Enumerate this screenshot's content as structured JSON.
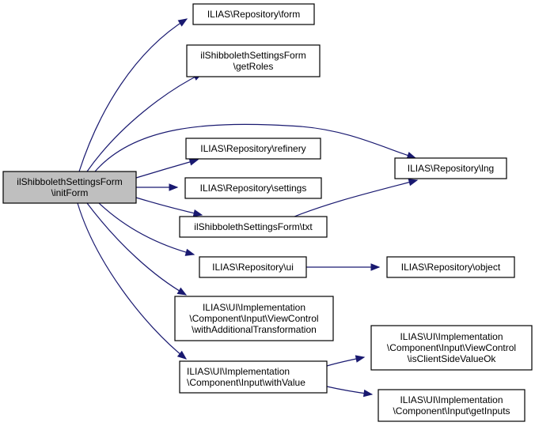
{
  "graph": {
    "type": "call-graph",
    "nodes": [
      {
        "id": "initForm",
        "lines": [
          "ilShibbolethSettingsForm",
          "\\initForm"
        ],
        "root": true
      },
      {
        "id": "form",
        "lines": [
          "ILIAS\\Repository\\form"
        ]
      },
      {
        "id": "getRoles",
        "lines": [
          "ilShibbolethSettingsForm",
          "\\getRoles"
        ]
      },
      {
        "id": "lng",
        "lines": [
          "ILIAS\\Repository\\lng"
        ]
      },
      {
        "id": "refinery",
        "lines": [
          "ILIAS\\Repository\\refinery"
        ]
      },
      {
        "id": "settings",
        "lines": [
          "ILIAS\\Repository\\settings"
        ]
      },
      {
        "id": "txt",
        "lines": [
          "ilShibbolethSettingsForm\\txt"
        ]
      },
      {
        "id": "ui",
        "lines": [
          "ILIAS\\Repository\\ui"
        ]
      },
      {
        "id": "object",
        "lines": [
          "ILIAS\\Repository\\object"
        ]
      },
      {
        "id": "withAdditionalTransformation",
        "lines": [
          "ILIAS\\UI\\Implementation",
          "\\Component\\Input\\ViewControl",
          "\\withAdditionalTransformation"
        ]
      },
      {
        "id": "withValue",
        "lines": [
          "ILIAS\\UI\\Implementation",
          "\\Component\\Input\\withValue"
        ],
        "align": "left"
      },
      {
        "id": "isClientSideValueOk",
        "lines": [
          "ILIAS\\UI\\Implementation",
          "\\Component\\Input\\ViewControl",
          "\\isClientSideValueOk"
        ]
      },
      {
        "id": "getInputs",
        "lines": [
          "ILIAS\\UI\\Implementation",
          "\\Component\\Input\\getInputs"
        ]
      }
    ],
    "edges": [
      {
        "from": "initForm",
        "to": "form"
      },
      {
        "from": "initForm",
        "to": "getRoles"
      },
      {
        "from": "initForm",
        "to": "lng"
      },
      {
        "from": "initForm",
        "to": "refinery"
      },
      {
        "from": "initForm",
        "to": "settings"
      },
      {
        "from": "initForm",
        "to": "txt"
      },
      {
        "from": "initForm",
        "to": "ui"
      },
      {
        "from": "initForm",
        "to": "withAdditionalTransformation"
      },
      {
        "from": "initForm",
        "to": "withValue"
      },
      {
        "from": "txt",
        "to": "lng"
      },
      {
        "from": "ui",
        "to": "object"
      },
      {
        "from": "withValue",
        "to": "isClientSideValueOk"
      },
      {
        "from": "withValue",
        "to": "getInputs"
      }
    ]
  }
}
